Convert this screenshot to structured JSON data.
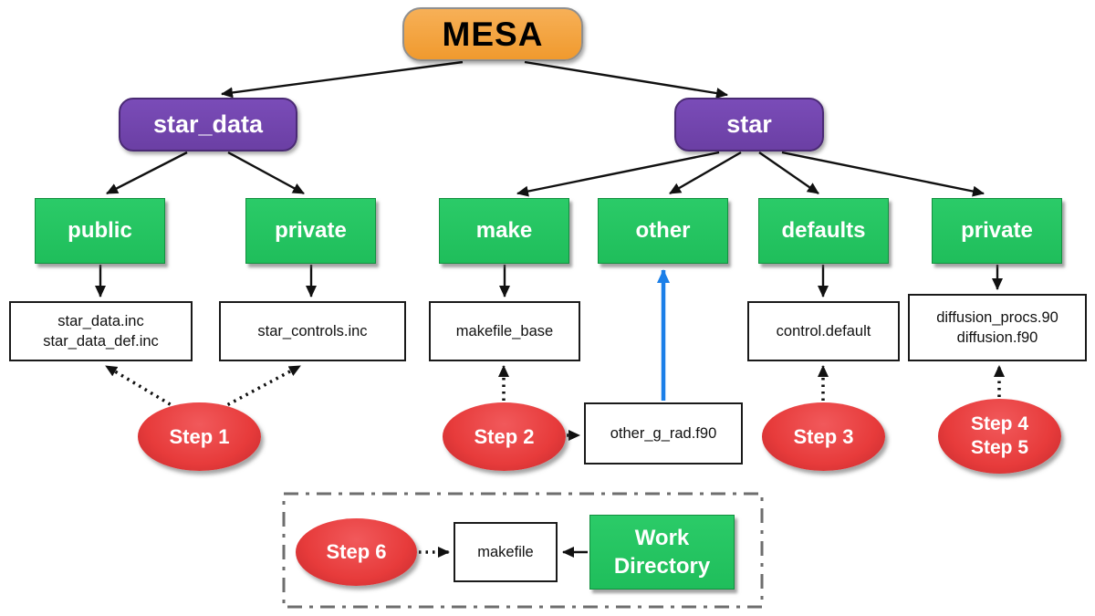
{
  "colors": {
    "orange": "#F4A13D",
    "purple": "#6B3FA4",
    "green": "#1FBE5B",
    "green_dark": "#12903F",
    "red": "#E73B3B",
    "red_dark": "#C22A2E",
    "blue_arrow": "#1B7FE8",
    "line": "#111111",
    "box_border": "#1a1a1a",
    "group_border": "#6e6e6e"
  },
  "nodes": {
    "mesa": {
      "label": "MESA"
    },
    "star_data": {
      "label": "star_data"
    },
    "star": {
      "label": "star"
    },
    "public": {
      "label": "public"
    },
    "private_star_data": {
      "label": "private"
    },
    "make": {
      "label": "make"
    },
    "other": {
      "label": "other"
    },
    "defaults": {
      "label": "defaults"
    },
    "private_star": {
      "label": "private"
    }
  },
  "files": {
    "star_data_inc": {
      "line1": "star_data.inc",
      "line2": "star_data_def.inc"
    },
    "star_controls_inc": {
      "label": "star_controls.inc"
    },
    "makefile_base": {
      "label": "makefile_base"
    },
    "control_default": {
      "label": "control.default"
    },
    "diffusion": {
      "line1": "diffusion_procs.90",
      "line2": "diffusion.f90"
    },
    "other_g_rad": {
      "label": "other_g_rad.f90"
    },
    "makefile": {
      "label": "makefile"
    }
  },
  "steps": {
    "step1": {
      "label": "Step 1"
    },
    "step2": {
      "label": "Step 2"
    },
    "step3": {
      "label": "Step 3"
    },
    "step4_5": {
      "line1": "Step 4",
      "line2": "Step 5"
    },
    "step6": {
      "label": "Step 6"
    }
  },
  "work_directory": {
    "line1": "Work",
    "line2": "Directory"
  }
}
